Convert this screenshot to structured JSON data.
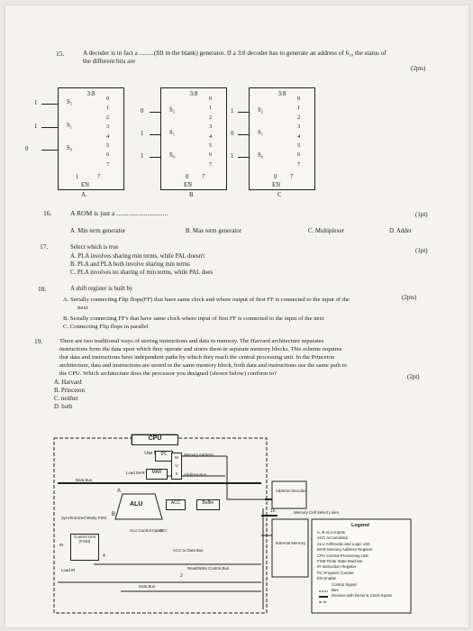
{
  "q15": {
    "number": "15.",
    "text": "A decoder is in fact a .........(fill in the blank) generator. If a 3:8 decoder has to generate an address of 6₁₀ the status of",
    "text2": "the different bits are",
    "points": "(2pts)",
    "decoder_title": "3:8",
    "inputs": [
      "S₂",
      "S₁",
      "S₀"
    ],
    "outputs": [
      "0",
      "1",
      "2",
      "3",
      "4",
      "5",
      "6",
      "7"
    ],
    "en": "EN",
    "A": {
      "caption": "A.",
      "in_vals": [
        "1",
        "1",
        "0"
      ],
      "out_vals": [
        "1",
        "7"
      ]
    },
    "B": {
      "caption": "B",
      "in_vals": [
        "0",
        "1",
        "1"
      ],
      "out_vals": [
        "0",
        "7"
      ]
    },
    "C": {
      "caption": "C",
      "in_vals": [
        "1",
        "0",
        "1"
      ],
      "out_vals": [
        "0",
        "7"
      ]
    }
  },
  "q16": {
    "number": "16.",
    "text": "A ROM is just a ..............................",
    "points": "(1pt)",
    "options": [
      "A.  Min term generator",
      "B. Max term generator",
      "C. Multiplexer",
      "D. Adder"
    ]
  },
  "q17": {
    "number": "17.",
    "text": "Select which is true",
    "points": "(1pt)",
    "options": [
      "A.  PLA involves sharing min terms, while PAL doesn't",
      "B.  PLA and PLA both involve sharing min terms",
      "C.  PLA involves no sharing of min terms, while PAL does"
    ]
  },
  "q18": {
    "number": "18.",
    "text": "A shift register is built by",
    "points": "(2pts)",
    "options": [
      "A.  Serially connecting Flip flops(FF) that have same clock and where output of first FF is connected to the input of the",
      "next",
      "B.  Serially connecting FF's that have same clock where input of first FF is connected to the input of the next",
      "C.  Connecting Flip flops in parallel"
    ]
  },
  "q19": {
    "number": "19.",
    "lines": [
      "There are two traditional ways of storing instructions and data in memory. The Harvard architecture separates",
      "instructions from the data upon which they operate and stores them in separate memory blocks. This scheme requires",
      "that data and instructions have independent paths by which they reach the central processing unit. In the Princeton",
      "architecture, data and instructions are stored in the same memory block, both data and instructions use the same path to",
      "the CPU. Which architecture does the processor you designed (shown below) conform to?"
    ],
    "points": "(2pt)",
    "options": [
      "A.  Harvard",
      "B.  Princeton",
      "C.  neither",
      "D.  both"
    ]
  },
  "diagram": {
    "cpu": "CPU",
    "use_pc": "Use PC",
    "pc": "PC",
    "mux_m": "M",
    "mux_u": "U",
    "mux_x": "X",
    "mem_addr": "Memory Address",
    "load_mar": "Load MAR",
    "mar": "MAR",
    "address_bus": "Address Bus",
    "data_bus": "Data Bus",
    "a": "A",
    "b": "B",
    "alu": "ALU",
    "acc": "ACC",
    "buffer": "Buffer",
    "sync": "Synchronized Mealy FSM",
    "control_unit": "Control Unit (FSM)",
    "ir": "IR",
    "load_ir": "Load IR",
    "alu_control": "ALU Control Inputs",
    "acc_control": "ACC",
    "acc_to_bus": "ACC to Data Bus",
    "read_write": "Read/Write Control Bus",
    "addr_decoder": "Address Decoder",
    "mem_cell": "Memory Cell Select Lines",
    "ext_mem": "External Memory",
    "n16": "16",
    "n4": "4",
    "n2": "2",
    "legend_title": "Legend",
    "legend": [
      "A, B  ALU Inputs",
      "ACC  Accumulator",
      "ALU  Arithmetic and Logic Unit",
      "MAR  Memory Address Register",
      "CPU  Central Processing Unit",
      "FSM  Finite State Machine",
      "IR  Instruction Register",
      "PC  Program Counter",
      "EN  Enable",
      "Control Signal",
      "Bus",
      "Devices with Reset & Clock Inputs"
    ]
  }
}
